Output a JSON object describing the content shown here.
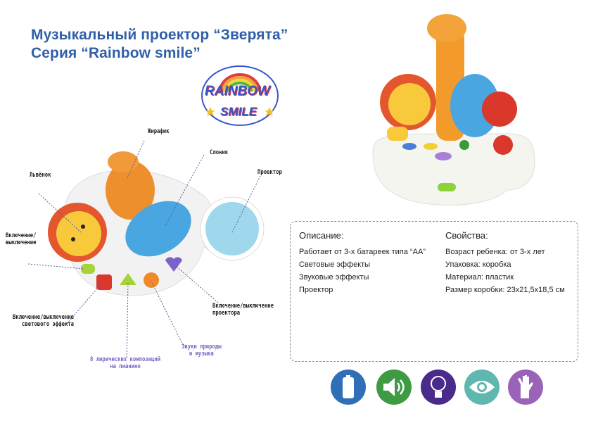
{
  "header": {
    "title_line1": "Музыкальный проектор “Зверята”",
    "title_line2": "Серия “Rainbow smile”"
  },
  "logo": {
    "word1": "RAINBOW",
    "word2": "SMILE"
  },
  "callouts": {
    "giraffe": "Жирафик",
    "elephant": "Слоник",
    "lion": "Львёнок",
    "projector": "Проектор",
    "power": "Включение/\nвыключение",
    "light_toggle": "Включение/выключение\nсветового эффекта",
    "piano": "8 лирических композиций\nна пианино",
    "nature": "Звуки природы\nи музыка",
    "projector_toggle": "Включение/выключение\nпроектора"
  },
  "description": {
    "heading": "Описание:",
    "items": [
      "Работает от 3-х батареек типа “AA”",
      "Световые эффекты",
      "Звуковые эффекты",
      "Проектор"
    ]
  },
  "properties": {
    "heading": "Свойства:",
    "items": [
      "Возраст ребенка: от 3-х лет",
      "Упаковка: коробка",
      "Материал: пластик",
      "Размер коробки: 23x21,5x18,5 см"
    ]
  },
  "feature_icons": [
    {
      "name": "battery-icon",
      "color": "#2f6fb8"
    },
    {
      "name": "sound-icon",
      "color": "#3f9a44"
    },
    {
      "name": "light-bulb-icon",
      "color": "#4a2a8a"
    },
    {
      "name": "eye-icon",
      "color": "#5fb8b0"
    },
    {
      "name": "hand-icon",
      "color": "#9a63b8"
    }
  ]
}
